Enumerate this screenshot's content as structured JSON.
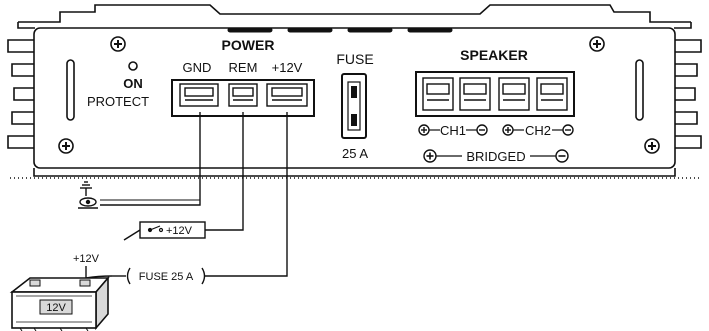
{
  "led": {
    "on_label": "ON",
    "protect_label": "PROTECT"
  },
  "power": {
    "title": "POWER",
    "terminals": [
      "GND",
      "REM",
      "+12V"
    ]
  },
  "fuse": {
    "title": "FUSE",
    "rating": "25 A"
  },
  "speaker": {
    "title": "SPEAKER",
    "ch1": "CH1",
    "ch2": "CH2",
    "bridged": "BRIDGED"
  },
  "wiring": {
    "remote_switch_label": "+12V",
    "inline_fuse_label": "FUSE 25 A",
    "battery_plus_label": "+12V",
    "battery_body_label": "12V"
  },
  "colors": {
    "line": "#111111",
    "fill": "#ffffff",
    "shade": "#d9d9d9"
  },
  "icons": [
    "screw-icon",
    "ground-icon",
    "switch-icon",
    "battery-icon",
    "plus-icon",
    "minus-icon"
  ]
}
